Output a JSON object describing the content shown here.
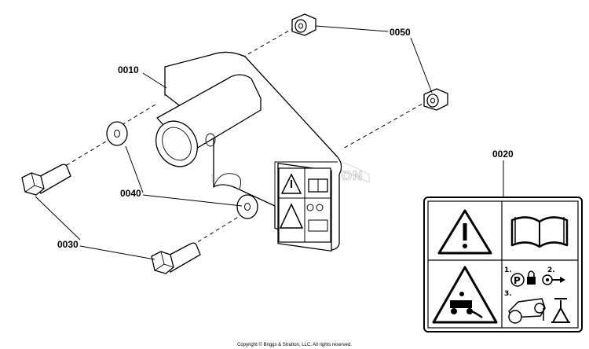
{
  "callouts": {
    "c0010": "0010",
    "c0020": "0020",
    "c0030": "0030",
    "c0040": "0040",
    "c0050": "0050"
  },
  "watermark": "BRIGGS&STRATTON",
  "decal_steps": {
    "s1": "1.",
    "s2": "2.",
    "s3": "3."
  },
  "copyright": "Copyright © Briggs & Stratton, LLC. All rights reserved.",
  "icons": [
    "warning-triangle-icon",
    "manual-book-icon",
    "parking-brake-icon",
    "lock-icon",
    "key-icon",
    "mower-hazard-icon",
    "jack-stand-icon"
  ]
}
